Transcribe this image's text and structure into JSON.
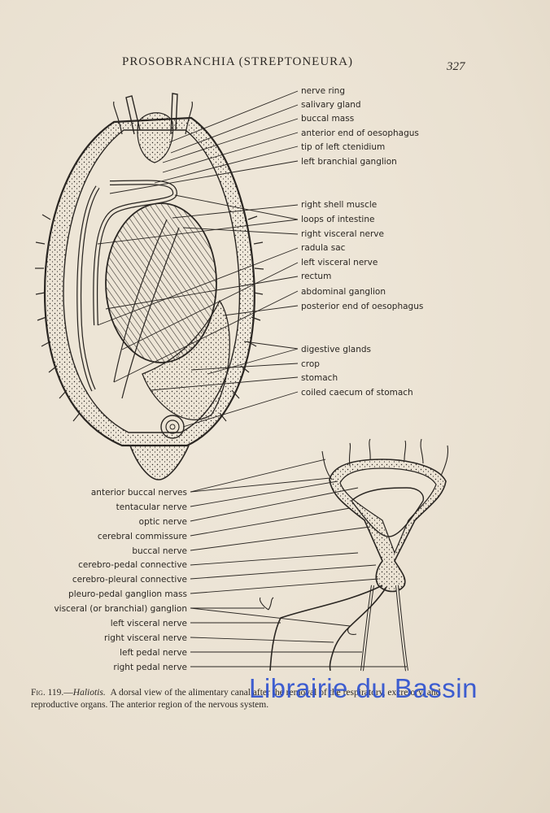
{
  "header": {
    "title": "PROSOBRANCHIA (STREPTONEURA)",
    "page_number": "327"
  },
  "figure_upper": {
    "labels": [
      "nerve ring",
      "salivary gland",
      "buccal mass",
      "anterior end of oesophagus",
      "tip of left ctenidium",
      "left branchial ganglion",
      "right shell muscle",
      "loops of intestine",
      "right visceral nerve",
      "radula sac",
      "left visceral nerve",
      "rectum",
      "abdominal ganglion",
      "posterior end of oesophagus",
      "digestive glands",
      "crop",
      "stomach",
      "coiled caecum of stomach"
    ]
  },
  "figure_lower": {
    "labels": [
      "anterior buccal nerves",
      "tentacular nerve",
      "optic nerve",
      "cerebral commissure",
      "buccal nerve",
      "cerebro-pedal connective",
      "cerebro-pleural connective",
      "pleuro-pedal ganglion mass",
      "visceral (or branchial) ganglion",
      "left visceral nerve",
      "right visceral nerve",
      "left pedal nerve",
      "right pedal nerve"
    ]
  },
  "caption": {
    "fig_no": "Fig. 119.",
    "genus": "Haliotis.",
    "text": "A dorsal view of the alimentary canal after the removal of the respiratory, excretory, and reproductive organs. The anterior region of the nervous system."
  },
  "watermark": "Librairie du Bassin"
}
